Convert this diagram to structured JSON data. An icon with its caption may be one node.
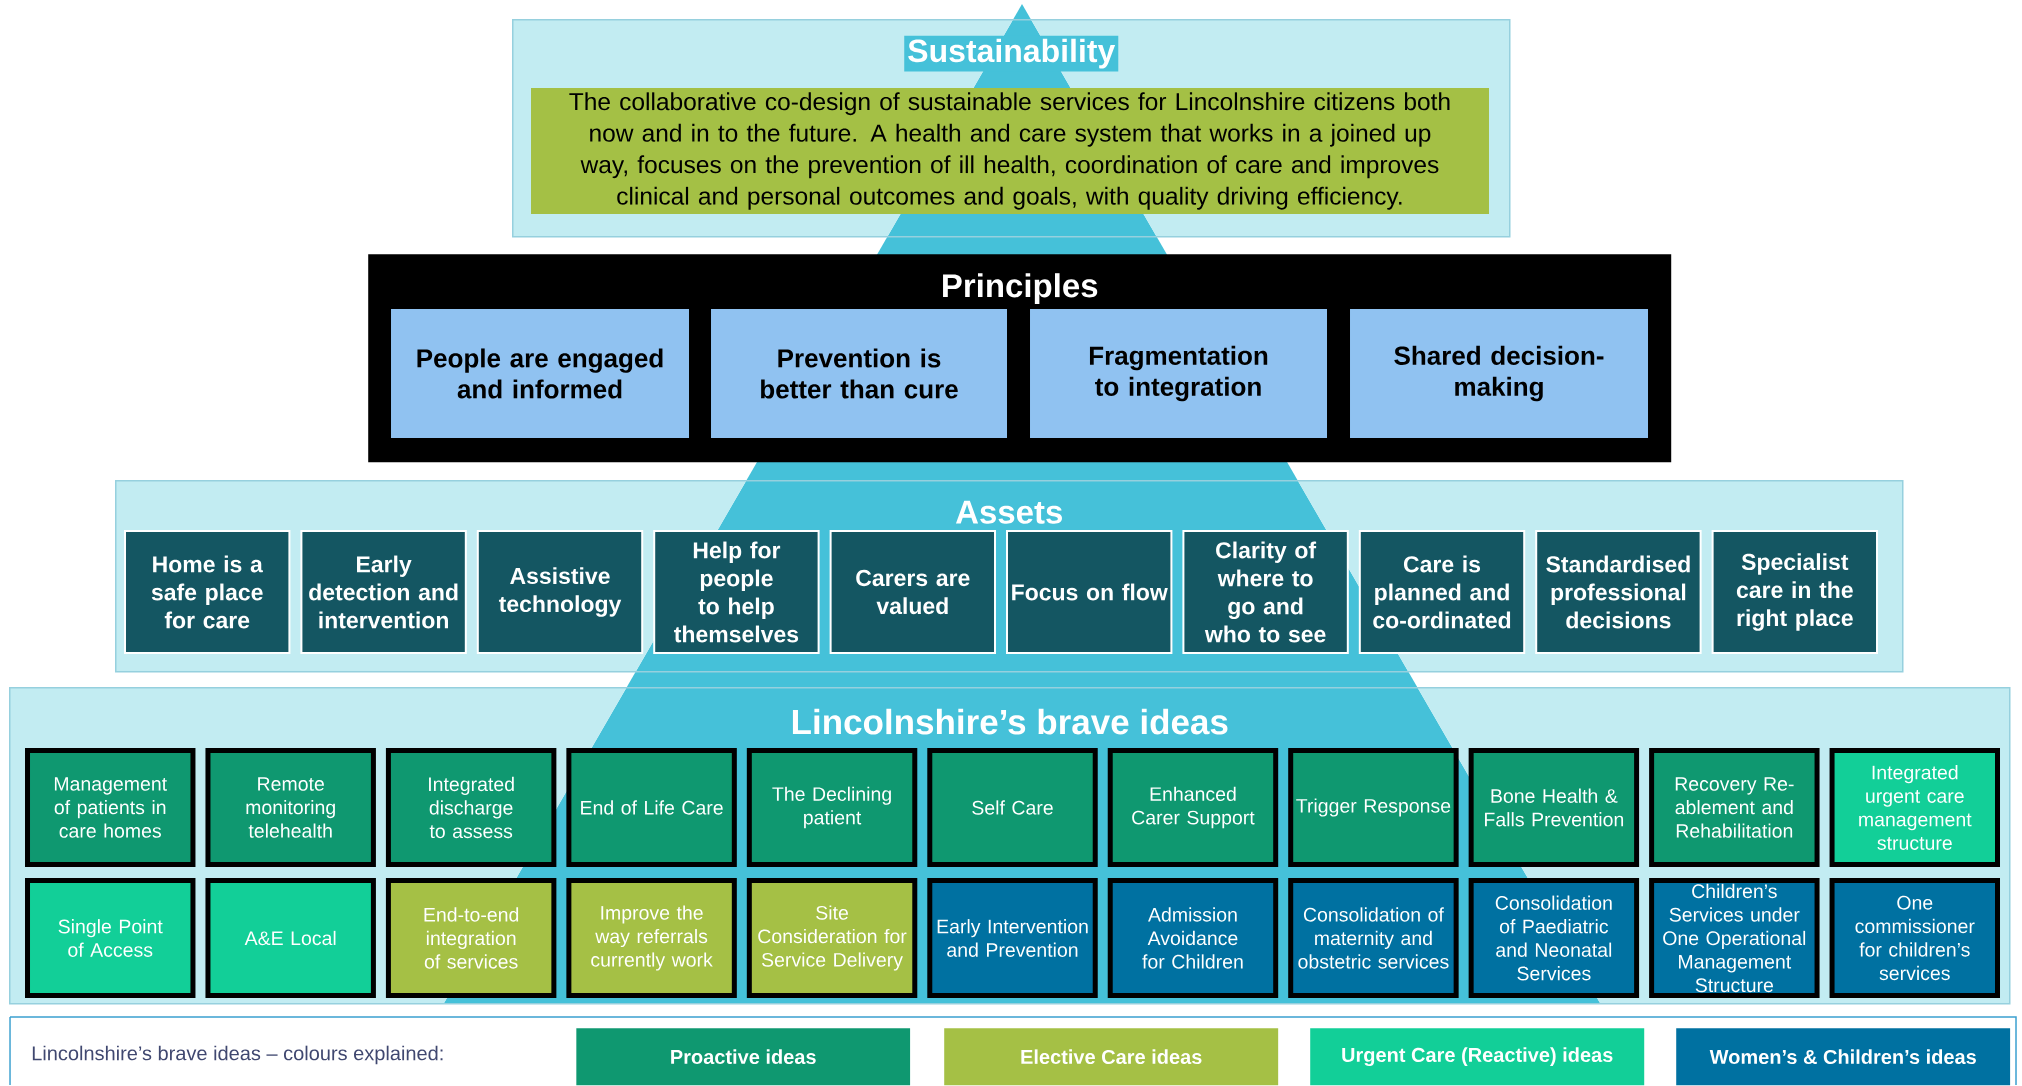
{
  "diagram": {
    "nodes": [
      {
        "text": [
          "Sustainability"
        ]
      },
      {
        "text": [
          "The collaborative co-design of sustainable services for Lincolnshire citizens both now and in to the future. A health and care system that works in a joined up way, focuses on the prevention of ill health, coordination of care and improves clinical and personal outcomes and goals, with quality driving efficiency."
        ],
        "in": 0
      },
      {
        "text": [
          "Principles"
        ]
      },
      {
        "text": [
          "People are engaged and informed"
        ],
        "in": 2
      },
      {
        "text": [
          "Prevention is better than cure"
        ],
        "in": 2
      },
      {
        "text": [
          "Fragmentation to integration"
        ],
        "in": 2
      },
      {
        "text": [
          "Shared decision-making"
        ],
        "in": 2
      },
      {
        "text": [
          "Assets"
        ]
      },
      {
        "text": [
          "Home is a safe place for care"
        ],
        "in": 7
      },
      {
        "text": [
          "Early detection and intervention"
        ],
        "in": 7
      },
      {
        "text": [
          "Assistive technology"
        ],
        "in": 7
      },
      {
        "text": [
          "Help for people to help themselves"
        ],
        "in": 7
      },
      {
        "text": [
          "Carers are valued"
        ],
        "in": 7
      },
      {
        "text": [
          "Focus on flow"
        ],
        "in": 7
      },
      {
        "text": [
          "Clarity of where to go and who to see"
        ],
        "in": 7
      },
      {
        "text": [
          "Care is planned and co-ordinated"
        ],
        "in": 7
      },
      {
        "text": [
          "Standardised professional decisions"
        ],
        "in": 7
      },
      {
        "text": [
          "Specialist care  in the right place"
        ],
        "in": 7
      },
      {
        "text": [
          "Lincolnshire’s brave ideas"
        ]
      },
      {
        "text": [
          "Management of patients in care homes"
        ],
        "in": 18
      },
      {
        "text": [
          "Remote monitoring telehealth"
        ],
        "in": 18
      },
      {
        "text": [
          "Integrated discharge to assess"
        ],
        "in": 18
      },
      {
        "text": [
          "End of Life Care"
        ],
        "in": 18
      },
      {
        "text": [
          "The Declining patient"
        ],
        "in": 18
      },
      {
        "text": [
          "Self Care"
        ],
        "in": 18
      },
      {
        "text": [
          "Enhanced Carer Support"
        ],
        "in": 18
      },
      {
        "text": [
          "Trigger Response"
        ],
        "in": 18
      },
      {
        "text": [
          "Bone Health & Falls Prevention"
        ],
        "in": 18
      },
      {
        "text": [
          "Recovery Re-ablement and Rehabilitation"
        ],
        "in": 18
      },
      {
        "text": [
          "Integrated urgent care management structure"
        ],
        "in": 18
      },
      {
        "text": [
          "Single Point of Access"
        ],
        "in": 18
      },
      {
        "text": [
          "A&E Local"
        ],
        "in": 18
      },
      {
        "text": [
          "End-to-end integration of services"
        ],
        "in": 18
      },
      {
        "text": [
          "Improve the way referrals currently work"
        ],
        "in": 18
      },
      {
        "text": [
          "Site Consideration for Service Delivery"
        ],
        "in": 18
      },
      {
        "text": [
          "Early Intervention and Prevention"
        ],
        "in": 18
      },
      {
        "text": [
          "Admission Avoidance for Children"
        ],
        "in": 18
      },
      {
        "text": [
          "Consolidation of maternity and obstetric services"
        ],
        "in": 18
      },
      {
        "text": [
          "Consolidation of Paediatric and Neonatal Services"
        ],
        "in": 18
      },
      {
        "text": [
          "Children’s Services under One Operational Management Structure"
        ],
        "in": 18
      },
      {
        "text": [
          "One commissioner for children’s services"
        ],
        "in": 18
      }
    ],
    "labels": [
      "Lincolnshire’s brave ideas – colours explained:"
    ],
    "legend": [
      {
        "text": "Proactive ideas",
        "color": "#0f9870"
      },
      {
        "text": "Elective Care ideas",
        "color": "#a5c045"
      },
      {
        "text": "Urgent Care (Reactive) ideas",
        "color": "#12cf98"
      },
      {
        "text": "Women’s & Children’s ideas",
        "color": "#0071a1"
      }
    ]
  }
}
